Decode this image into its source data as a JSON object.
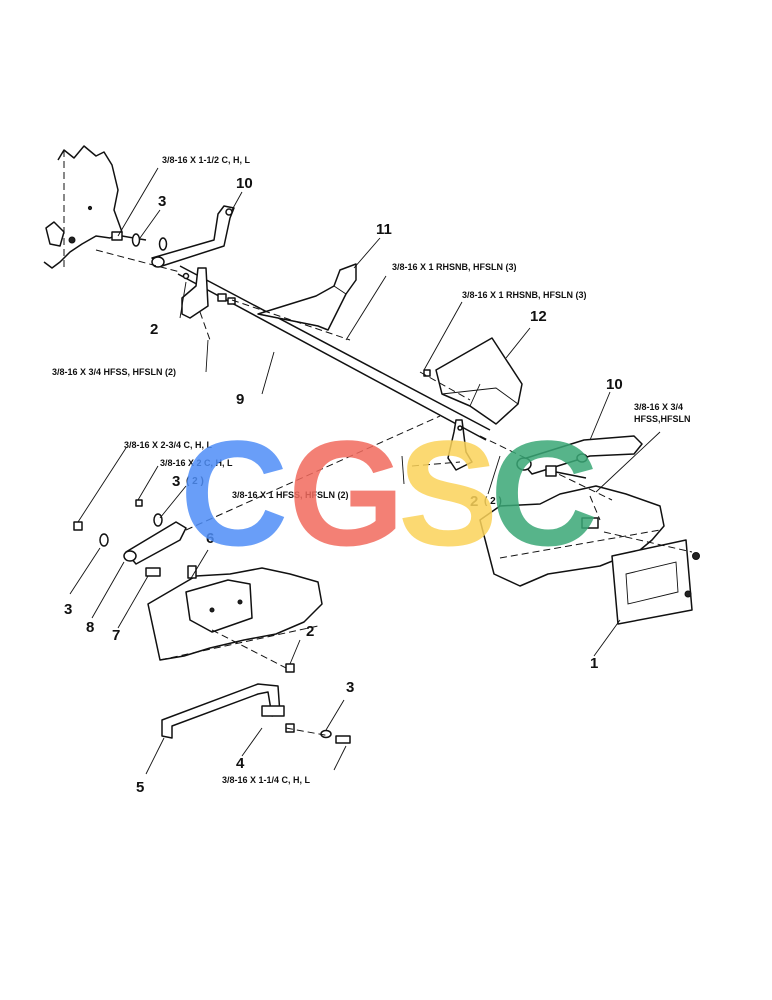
{
  "labels": {
    "spec_1": "3/8-16 X 1-1/2 C, H, L",
    "spec_2": "3/8-16 X 1 RHSNB, HFSLN (3)",
    "spec_3": "3/8-16 X 1 RHSNB, HFSLN (3)",
    "spec_4": "3/8-16 X 3/4 HFSS, HFSLN (2)",
    "spec_5a": "3/8-16 X 3/4",
    "spec_5b": "HFSS,HFSLN",
    "spec_6": "3/8-16 X 2-3/4 C, H, L",
    "spec_7": "3/8-16 X 2 C, H, L",
    "spec_8": "3/8-16 X 1 HFSS, HFSLN (2)",
    "spec_9": "3/8-16 X 1-1/4 C, H, L"
  },
  "callouts": {
    "n10a": "10",
    "n3a": "3",
    "n11": "11",
    "n2a": "2",
    "n12": "12",
    "n9": "9",
    "n10b": "10",
    "n3b": "3",
    "n2b": "2",
    "n6": "6",
    "n3c": "3",
    "n8": "8",
    "n7": "7",
    "n2c": "2",
    "n1": "1",
    "n3d": "3",
    "n4": "4",
    "n5": "5",
    "qty_3b": "( 2 )",
    "qty_2b": "( 2 )"
  },
  "watermark": {
    "letters": [
      "C",
      "G",
      "S",
      "C"
    ],
    "colors": [
      "#4f8ef7",
      "#f26b5e",
      "#fbd35a",
      "#3aa876"
    ]
  }
}
